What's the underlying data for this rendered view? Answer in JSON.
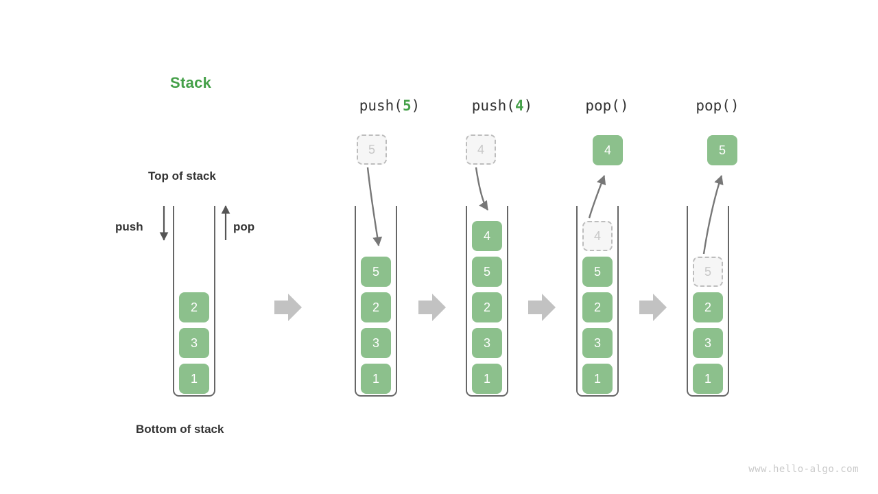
{
  "page": {
    "title": "Stack",
    "top_label": "Top of stack",
    "bottom_label": "Bottom of stack",
    "push_label": "push",
    "pop_label": "pop",
    "watermark": "www.hello-algo.com"
  },
  "colors": {
    "title_green": "#45a049",
    "element_green": "#8cc08c",
    "ghost_fill": "#f6f6f6",
    "ghost_border": "#bdbdbd",
    "ghost_text": "#c8c8c8",
    "wall": "#666666",
    "arrow_gray": "#777777",
    "step_arrow_gray": "#c2c2c2",
    "text_dark": "#333333",
    "watermark_gray": "#c9c9c9"
  },
  "initial_stack": {
    "name": "initial",
    "elements": [
      "2",
      "3",
      "1"
    ]
  },
  "steps": [
    {
      "op_prefix": "push(",
      "op_arg": "5",
      "op_suffix": ")",
      "op_text": "push(5)",
      "floating": {
        "value": "5",
        "style": "ghost",
        "position": "above"
      },
      "stack": [
        {
          "value": "5",
          "style": "solid"
        },
        {
          "value": "2",
          "style": "solid"
        },
        {
          "value": "3",
          "style": "solid"
        },
        {
          "value": "1",
          "style": "solid"
        }
      ]
    },
    {
      "op_prefix": "push(",
      "op_arg": "4",
      "op_suffix": ")",
      "op_text": "push(4)",
      "floating": {
        "value": "4",
        "style": "ghost",
        "position": "above"
      },
      "stack": [
        {
          "value": "4",
          "style": "solid"
        },
        {
          "value": "5",
          "style": "solid"
        },
        {
          "value": "2",
          "style": "solid"
        },
        {
          "value": "3",
          "style": "solid"
        },
        {
          "value": "1",
          "style": "solid"
        }
      ]
    },
    {
      "op_prefix": "pop(",
      "op_arg": "",
      "op_suffix": ")",
      "op_text": "pop()",
      "floating": {
        "value": "4",
        "style": "solid",
        "position": "above"
      },
      "stack": [
        {
          "value": "4",
          "style": "ghost"
        },
        {
          "value": "5",
          "style": "solid"
        },
        {
          "value": "2",
          "style": "solid"
        },
        {
          "value": "3",
          "style": "solid"
        },
        {
          "value": "1",
          "style": "solid"
        }
      ]
    },
    {
      "op_prefix": "pop(",
      "op_arg": "",
      "op_suffix": ")",
      "op_text": "pop()",
      "floating": {
        "value": "5",
        "style": "solid",
        "position": "above"
      },
      "stack": [
        {
          "value": "5",
          "style": "ghost"
        },
        {
          "value": "2",
          "style": "solid"
        },
        {
          "value": "3",
          "style": "solid"
        },
        {
          "value": "1",
          "style": "solid"
        }
      ]
    }
  ],
  "step_separators": [
    "arrow-right-icon",
    "arrow-right-icon",
    "arrow-right-icon"
  ]
}
